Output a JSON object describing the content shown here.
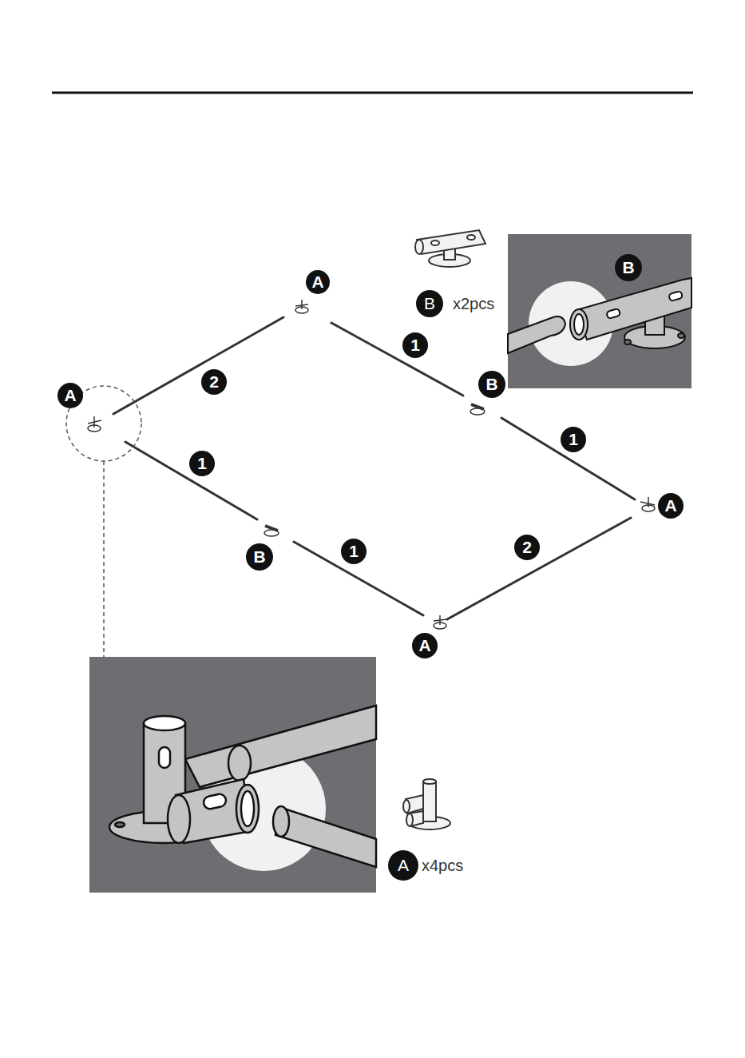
{
  "diagram": {
    "labels": [
      "A",
      "B",
      "B",
      "x2pcs",
      "1",
      "2",
      "A",
      "B",
      "1",
      "1",
      "A",
      "1",
      "2",
      "B",
      "A",
      "A",
      "x4pcs"
    ]
  }
}
